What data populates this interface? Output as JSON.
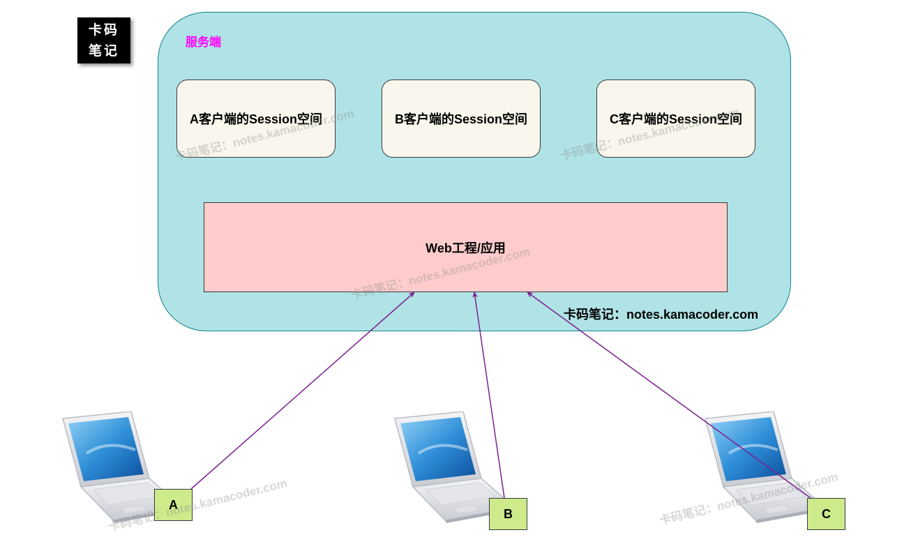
{
  "logo": {
    "line1": "卡码",
    "line2": "笔记"
  },
  "server": {
    "label": "服务端"
  },
  "sessions": [
    {
      "label": "A客户端的Session空间"
    },
    {
      "label": "B客户端的Session空间"
    },
    {
      "label": "C客户端的Session空间"
    }
  ],
  "webapp": {
    "label": "Web工程/应用"
  },
  "site_note": "卡码笔记：notes.kamacoder.com",
  "clients": [
    {
      "label": "A"
    },
    {
      "label": "B"
    },
    {
      "label": "C"
    }
  ],
  "watermark": "卡码笔记：notes.kamacoder.com",
  "colors": {
    "server_bg": "#b0e3e6",
    "server_label": "#ff00ff",
    "session_bg": "#f9f7ed",
    "webapp_bg": "#ffcccc",
    "client_label_bg": "#cdeb8b",
    "arrow": "#7b1f8f"
  },
  "icons": {
    "client_device": "laptop-icon"
  }
}
